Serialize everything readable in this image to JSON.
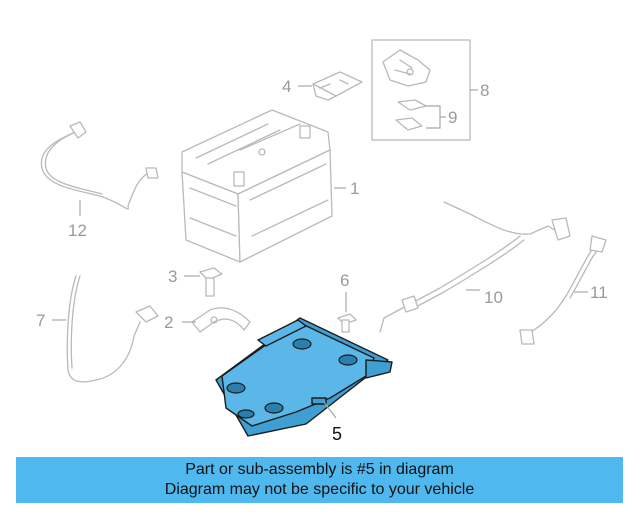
{
  "diagram": {
    "callouts": [
      "1",
      "2",
      "3",
      "4",
      "5",
      "6",
      "7",
      "8",
      "9",
      "10",
      "11",
      "12"
    ],
    "highlighted_part": "5",
    "highlight_color": "#5ab7e8"
  },
  "banner": {
    "line1": "Part or sub-assembly is #5 in diagram",
    "line2": "Diagram may not be specific to your vehicle",
    "background": "#4fb8ef"
  }
}
